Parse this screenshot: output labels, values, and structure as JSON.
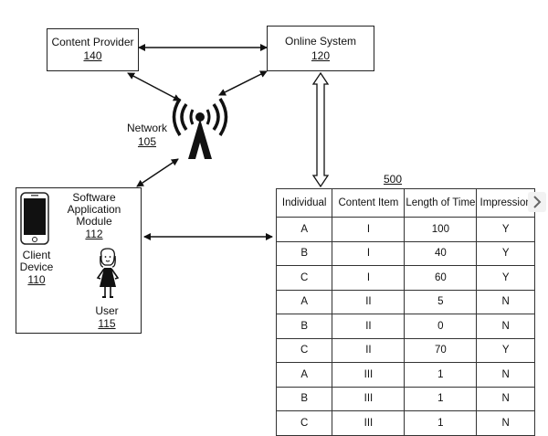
{
  "content_provider": {
    "title": "Content Provider",
    "number": "140"
  },
  "online_system": {
    "title": "Online System",
    "number": "120"
  },
  "network": {
    "title": "Network",
    "number": "105"
  },
  "client_device": {
    "module_line1": "Software",
    "module_line2": "Application",
    "module_line3": "Module",
    "module_number": "112",
    "device_line1": "Client",
    "device_line2": "Device",
    "device_number": "110",
    "user_title": "User",
    "user_number": "115"
  },
  "table": {
    "ref": "500",
    "headers": [
      "Individual",
      "Content Item",
      "Length of Time",
      "Impression"
    ],
    "rows": [
      [
        "A",
        "I",
        "100",
        "Y"
      ],
      [
        "B",
        "I",
        "40",
        "Y"
      ],
      [
        "C",
        "I",
        "60",
        "Y"
      ],
      [
        "A",
        "II",
        "5",
        "N"
      ],
      [
        "B",
        "II",
        "0",
        "N"
      ],
      [
        "C",
        "II",
        "70",
        "Y"
      ],
      [
        "A",
        "III",
        "1",
        "N"
      ],
      [
        "B",
        "III",
        "1",
        "N"
      ],
      [
        "C",
        "III",
        "1",
        "N"
      ]
    ]
  },
  "icons": [
    "network-tower-icon",
    "smartphone-icon",
    "user-figure-icon",
    "chevron-right-icon"
  ]
}
